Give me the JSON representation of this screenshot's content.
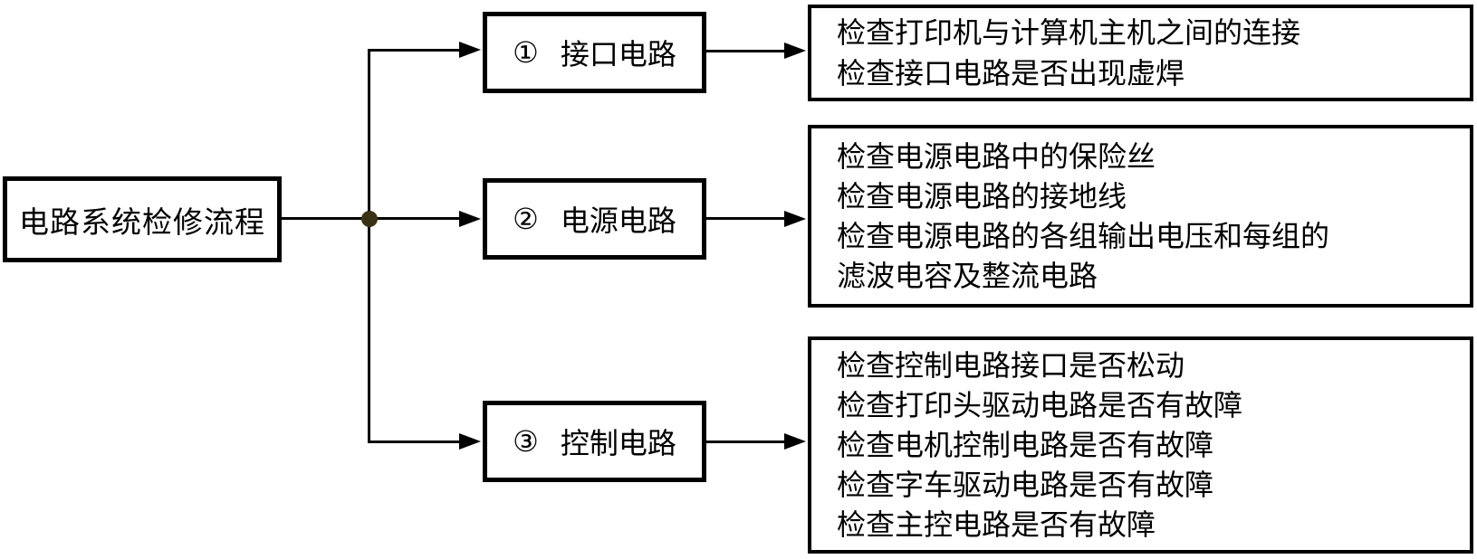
{
  "root": {
    "label": "电路系统检修流程"
  },
  "branches": [
    {
      "number": "①",
      "label": "接口电路",
      "checks": [
        "检查打印机与计算机主机之间的连接",
        "检查接口电路是否出现虚焊"
      ]
    },
    {
      "number": "②",
      "label": "电源电路",
      "checks": [
        "检查电源电路中的保险丝",
        "检查电源电路的接地线",
        "检查电源电路的各组输出电压和每组的",
        "滤波电容及整流电路"
      ]
    },
    {
      "number": "③",
      "label": "控制电路",
      "checks": [
        "检查控制电路接口是否松动",
        "检查打印头驱动电路是否有故障",
        "检查电机控制电路是否有故障",
        "检查字车驱动电路是否有故障",
        "检查主控电路是否有故障"
      ]
    }
  ],
  "colors": {
    "line": "#000000",
    "background": "#ffffff",
    "junction_dot": "#3a3115"
  }
}
